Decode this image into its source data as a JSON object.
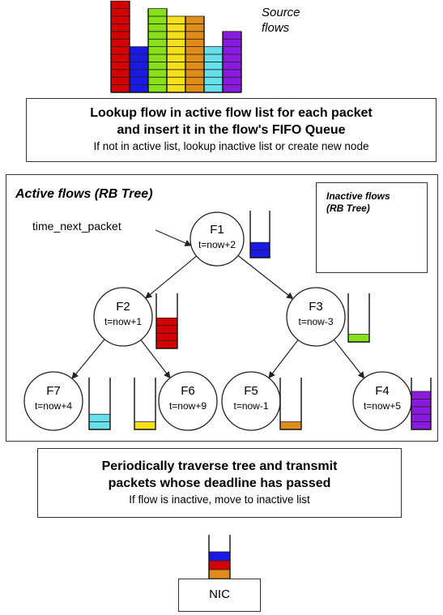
{
  "source": {
    "label_line1": "Source",
    "label_line2": "flows",
    "columns": [
      {
        "color": "#d40000",
        "count": 12
      },
      {
        "color": "#1a1ae6",
        "count": 6
      },
      {
        "color": "#88e01a",
        "count": 11
      },
      {
        "color": "#f5e01a",
        "count": 10
      },
      {
        "color": "#e08c1a",
        "count": 10
      },
      {
        "color": "#66e0ea",
        "count": 6
      },
      {
        "color": "#8a1ae0",
        "count": 8
      }
    ]
  },
  "lookup_box": {
    "line1": "Lookup flow in active flow list for each packet",
    "line2": "and insert it in the flow's FIFO Queue",
    "line3": "If not in active list, lookup inactive list or create new node"
  },
  "tree_panel": {
    "title": "Active flows (RB Tree)",
    "pointer_label": "time_next_packet",
    "inactive_title_line1": "Inactive flows",
    "inactive_title_line2": "(RB Tree)"
  },
  "nodes": {
    "f1": {
      "name": "F1",
      "time": "t=now+2",
      "queue_color": "#1a1ae6",
      "queue_count": 2
    },
    "f2": {
      "name": "F2",
      "time": "t=now+1",
      "queue_color": "#d40000",
      "queue_count": 4
    },
    "f3": {
      "name": "F3",
      "time": "t=now-3",
      "queue_color": "#88e01a",
      "queue_count": 1
    },
    "f7": {
      "name": "F7",
      "time": "t=now+4",
      "queue_color": "#66e0ea",
      "queue_count": 2
    },
    "f6": {
      "name": "F6",
      "time": "t=now+9",
      "queue_color": "#f5e01a",
      "queue_count": 1
    },
    "f5": {
      "name": "F5",
      "time": "t=now-1",
      "queue_color": "#e08c1a",
      "queue_count": 1
    },
    "f4": {
      "name": "F4",
      "time": "t=now+5",
      "queue_color": "#8a1ae0",
      "queue_count": 5
    }
  },
  "traverse_box": {
    "line1": "Periodically traverse tree and transmit",
    "line2": "packets whose deadline has passed",
    "line3": "If flow is inactive, move to inactive list"
  },
  "nic": {
    "label": "NIC",
    "queue_colors": [
      "#1a1ae6",
      "#d40000",
      "#e08c1a"
    ]
  }
}
